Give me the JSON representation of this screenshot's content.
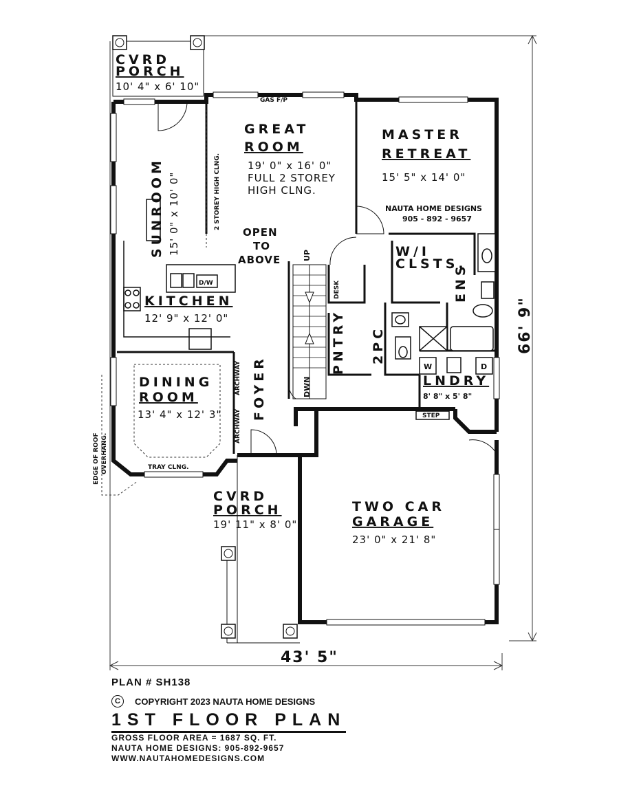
{
  "rooms": {
    "front_porch_top": {
      "line1": "CVRD",
      "line2": "PORCH",
      "size": "10' 4\" x 6' 10\""
    },
    "great_room": {
      "line1": "GREAT",
      "line2": "ROOM",
      "size": "19' 0\" x 16' 0\"",
      "note1": "FULL 2 STOREY",
      "note2": "HIGH CLNG."
    },
    "master": {
      "line1": "MASTER",
      "line2": "RETREAT",
      "size": "15' 5\" x 14' 0\""
    },
    "sunroom": {
      "name": "SUNROOM",
      "size": "15' 0\" x 10' 0\""
    },
    "kitchen": {
      "name": "KITCHEN",
      "size": "12' 9\" x 12' 0\""
    },
    "dining": {
      "line1": "DINING",
      "line2": "ROOM",
      "size": "13' 4\" x 12' 3\""
    },
    "foyer": {
      "name": "FOYER"
    },
    "porch_front": {
      "line1": "CVRD",
      "line2": "PORCH",
      "size": "19' 11\" x 8' 0\""
    },
    "garage": {
      "line1": "TWO CAR",
      "line2": "GARAGE",
      "size": "23' 0\" x 21' 8\""
    },
    "laundry": {
      "name": "LNDRY",
      "size": "8' 8\" x 5' 8\""
    },
    "walk_in": {
      "line1": "W/I",
      "line2": "CLSTS."
    },
    "ensuite": {
      "name": "ENS"
    },
    "pantry": {
      "name": "PNTRY"
    },
    "powder": {
      "name": "2PC"
    }
  },
  "labels": {
    "gas_fp": "GAS F/P",
    "two_storey": "2 STOREY HIGH CLNG.",
    "open1": "OPEN",
    "open2": "TO",
    "open3": "ABOVE",
    "up": "UP",
    "down": "DWN",
    "desk": "DESK",
    "dw": "D/W",
    "archway1": "ARCHWAY",
    "archway2": "ARCHWAY",
    "tray": "TRAY CLNG.",
    "edge1": "EDGE OF ROOF",
    "edge2": "OVERHANG.",
    "step": "STEP",
    "washer": "W",
    "dryer": "D",
    "company": "NAUTA HOME DESIGNS",
    "phone": "905 - 892 - 9657"
  },
  "dimensions": {
    "width": "43' 5\"",
    "depth": "66' 9\""
  },
  "footer": {
    "plan_number": "PLAN # SH138",
    "copyright_symbol": "C",
    "copyright": "COPYRIGHT 2023 NAUTA HOME DESIGNS",
    "title": "1ST FLOOR PLAN",
    "area": "GROSS FLOOR AREA  =  1687  SQ. FT.",
    "contact": "NAUTA HOME DESIGNS:  905-892-9657",
    "website": "WWW.NAUTAHOMEDESIGNS.COM"
  }
}
